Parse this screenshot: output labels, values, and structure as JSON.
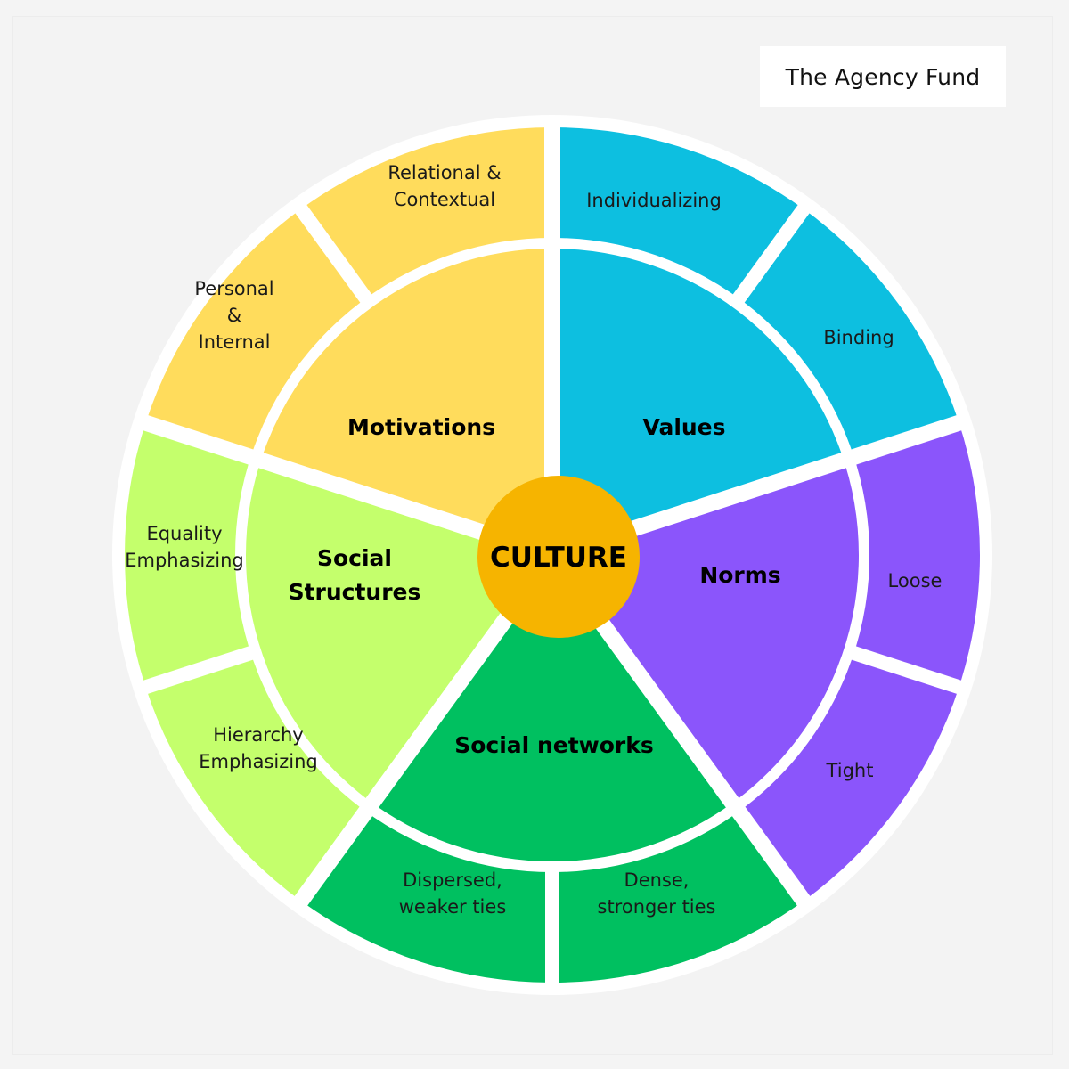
{
  "brand": {
    "text": "The Agency Fund"
  },
  "center": {
    "label": "CULTURE",
    "color": "#f6b400"
  },
  "categories": [
    {
      "id": "motivations",
      "label_lines": [
        "Motivations"
      ],
      "color": "#0dbfe0",
      "subcategories": [
        {
          "id": "personal-internal",
          "label_lines": [
            "Personal",
            "&",
            "Internal"
          ]
        },
        {
          "id": "relational-contextual",
          "label_lines": [
            "Relational &",
            "Contextual"
          ]
        }
      ]
    },
    {
      "id": "values",
      "label_lines": [
        "Values"
      ],
      "color": "#8b55fb",
      "subcategories": [
        {
          "id": "individualizing",
          "label_lines": [
            "Individualizing"
          ]
        },
        {
          "id": "binding",
          "label_lines": [
            "Binding"
          ]
        }
      ]
    },
    {
      "id": "norms",
      "label_lines": [
        "Norms"
      ],
      "color": "#00c060",
      "subcategories": [
        {
          "id": "loose",
          "label_lines": [
            "Loose"
          ]
        },
        {
          "id": "tight",
          "label_lines": [
            "Tight"
          ]
        }
      ]
    },
    {
      "id": "social-networks",
      "label_lines": [
        "Social networks"
      ],
      "color": "#c4ff6c",
      "subcategories": [
        {
          "id": "dense-stronger-ties",
          "label_lines": [
            "Dense,",
            "stronger ties"
          ]
        },
        {
          "id": "dispersed-weaker-ties",
          "label_lines": [
            "Dispersed,",
            "weaker ties"
          ]
        }
      ]
    },
    {
      "id": "social-structures",
      "label_lines": [
        "Social",
        "Structures"
      ],
      "color": "#ffdc5c",
      "subcategories": [
        {
          "id": "hierarchy-emphasizing",
          "label_lines": [
            "Hierarchy",
            "Emphasizing"
          ]
        },
        {
          "id": "equality-emphasizing",
          "label_lines": [
            "Equality",
            "Emphasizing"
          ]
        }
      ]
    }
  ]
}
